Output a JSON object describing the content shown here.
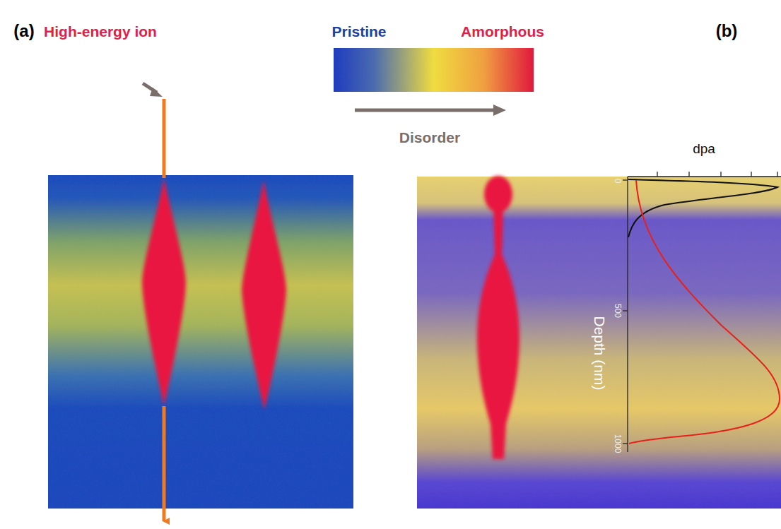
{
  "diagram": {
    "labels": [
      "(a)",
      "High-energy ion",
      "Pristine",
      "Amorphous",
      "Disorder",
      "(b)",
      "dpa",
      "0",
      "500",
      "Depth (nm)",
      "1000"
    ]
  }
}
